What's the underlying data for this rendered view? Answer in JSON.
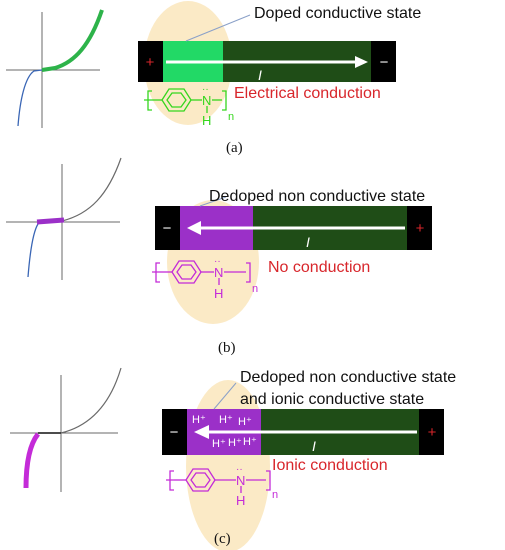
{
  "panels": [
    {
      "state_label": "Doped conductive state",
      "state_label_2": "",
      "conduction_label": "Electrical conduction",
      "current_label": "I",
      "left_electrode": "+",
      "right_electrode": "−",
      "polymer": {
        "nh": "N",
        "h": "H",
        "dots": "··",
        "n": "n"
      },
      "caption": "(a)",
      "colors": {
        "accent": "#2db34a",
        "band": "#23e06a",
        "bar": "#1f4d17",
        "polymer": "#35d61e",
        "label": "#d8262b"
      }
    },
    {
      "state_label": "Dedoped non conductive state",
      "state_label_2": "",
      "conduction_label": "No conduction",
      "current_label": "I",
      "left_electrode": "−",
      "right_electrode": "+",
      "polymer": {
        "nh": "N",
        "h": "H",
        "dots": "··",
        "n": "n"
      },
      "caption": "(b)",
      "colors": {
        "accent": "#9b30c8",
        "band": "#9b30c8",
        "bar": "#1f4d17",
        "polymer": "#c42bd8",
        "label": "#d8262b"
      }
    },
    {
      "state_label": "Dedoped non conductive state",
      "state_label_2": "and ionic conductive state",
      "conduction_label": "Ionic conduction",
      "current_label": "I",
      "left_electrode": "−",
      "right_electrode": "+",
      "ions": [
        "H⁺",
        "H⁺",
        "H⁺",
        "H⁺",
        "H⁺",
        "H⁺"
      ],
      "polymer": {
        "nh": "N",
        "h": "H",
        "dots": "··",
        "n": "n"
      },
      "caption": "(c)",
      "colors": {
        "accent": "#c42bd8",
        "band": "#9b30c8",
        "bar": "#1f4d17",
        "polymer": "#c42bd8",
        "label": "#d8262b"
      }
    }
  ]
}
